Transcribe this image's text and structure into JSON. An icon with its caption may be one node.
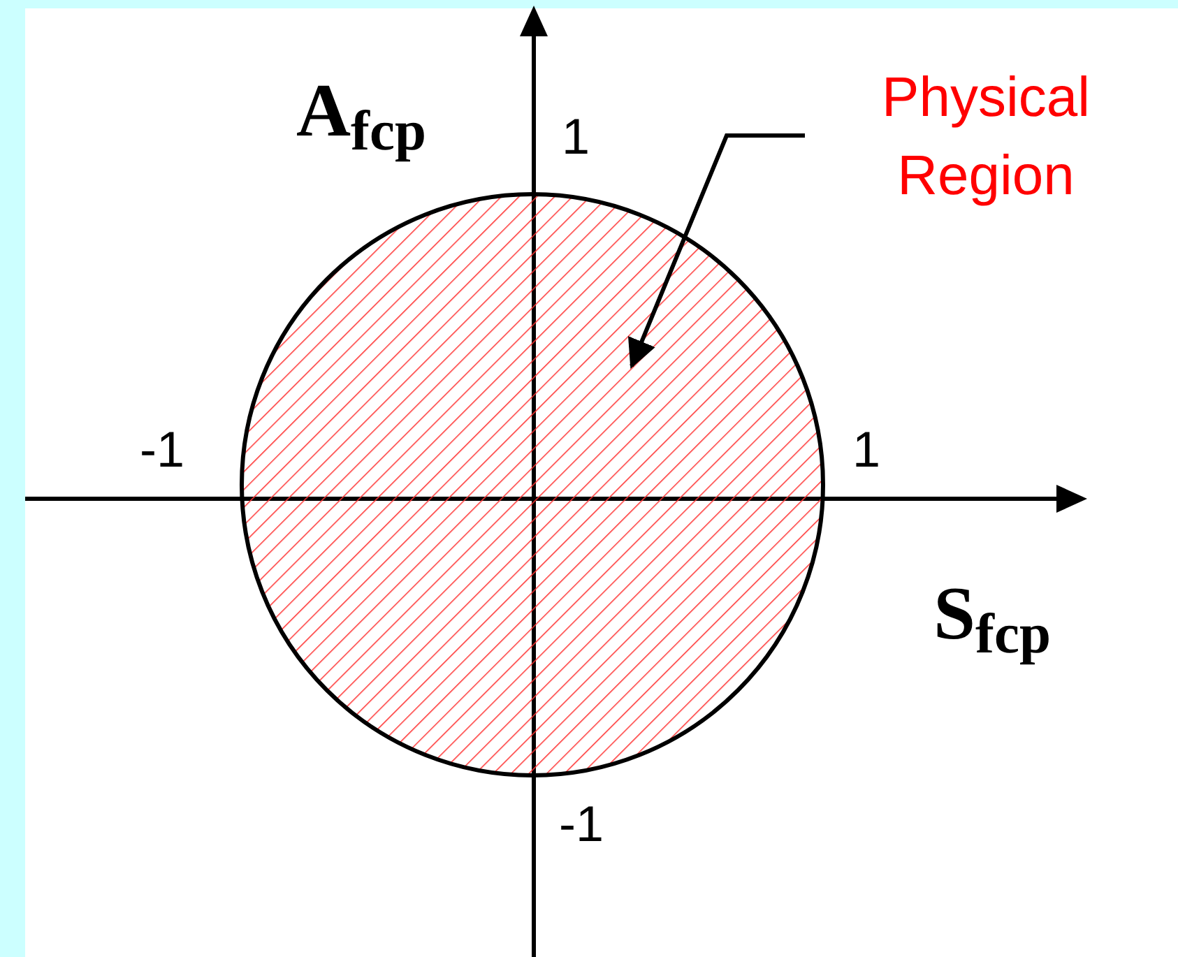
{
  "diagram": {
    "nodes": [
      {
        "text": [
          "Physical Region"
        ]
      },
      {
        "text": [],
        "shape": "circle"
      }
    ],
    "edges": [
      {
        "from": 0,
        "to": 1,
        "arrow": "to"
      }
    ],
    "labels": [
      "A$_{fcp}$",
      "1",
      "-1",
      "1",
      "S$_{fcp}$",
      "-1"
    ]
  }
}
